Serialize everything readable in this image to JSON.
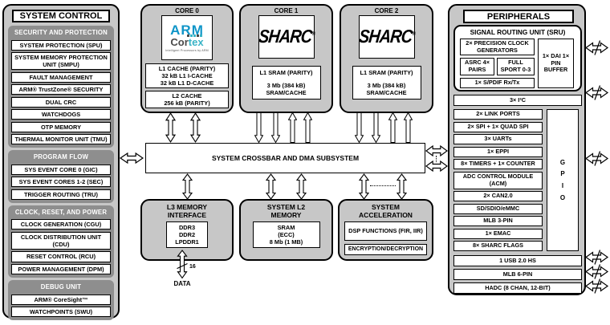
{
  "system_control": {
    "title": "SYSTEM CONTROL",
    "sections": [
      {
        "header": "SECURITY AND PROTECTION",
        "items": [
          "SYSTEM PROTECTION (SPU)",
          "SYSTEM MEMORY PROTECTION UNIT (SMPU)",
          "FAULT MANAGEMENT",
          "ARM® TrustZone® SECURITY",
          "DUAL CRC",
          "WATCHDOGS",
          "OTP MEMORY",
          "THERMAL MONITOR UNIT (TMU)"
        ]
      },
      {
        "header": "PROGRAM FLOW",
        "items": [
          "SYS EVENT CORE 0 (GIC)",
          "SYS EVENT CORES 1-2 (SEC)",
          "TRIGGER ROUTING (TRU)"
        ]
      },
      {
        "header": "CLOCK, RESET, AND POWER",
        "items": [
          "CLOCK GENERATION (CGU)",
          "CLOCK DISTRIBUTION UNIT (CDU)",
          "RESET CONTROL (RCU)",
          "POWER MANAGEMENT (DPM)"
        ]
      },
      {
        "header": "DEBUG UNIT",
        "items": [
          "ARM® CoreSight™",
          "WATCHPOINTS (SWU)"
        ]
      }
    ]
  },
  "cores": {
    "core0": {
      "title": "CORE 0",
      "logo": {
        "arm": "ARM",
        "cor": "Cor",
        "tex": "tex",
        "tagline": "Intelligent Processors by ARM"
      },
      "l1": [
        "L1 CACHE (PARITY)",
        "32 kB L1 I-CACHE",
        "32 kB L1 D-CACHE"
      ],
      "l2": [
        "L2 CACHE",
        "256 kB (PARITY)"
      ]
    },
    "core1": {
      "title": "CORE 1",
      "logo": "SHARC",
      "reg": "®",
      "l1_title": "L1 SRAM (PARITY)",
      "l1_size": "3 Mb (384 kB)",
      "l1_type": "SRAM/CACHE"
    },
    "core2": {
      "title": "CORE 2",
      "logo": "SHARC",
      "reg": "®",
      "l1_title": "L1 SRAM (PARITY)",
      "l1_size": "3 Mb (384 kB)",
      "l1_type": "SRAM/CACHE"
    }
  },
  "crossbar": {
    "label": "SYSTEM CROSSBAR AND DMA SUBSYSTEM"
  },
  "memory": {
    "l3": {
      "title": "L3 MEMORY INTERFACE",
      "items": [
        "DDR3",
        "DDR2",
        "LPDDR1"
      ],
      "bus_width": "16",
      "bus_label": "DATA"
    },
    "l2": {
      "title": "SYSTEM L2 MEMORY",
      "items": [
        "SRAM",
        "(ECC)",
        "8 Mb (1 MB)"
      ]
    },
    "accel": {
      "title": "SYSTEM ACCELERATION",
      "dsp": "DSP FUNCTIONS (FIR, IIR)",
      "enc": "ENCRYPTION/DECRYPTION"
    }
  },
  "peripherals": {
    "title": "PERIPHERALS",
    "sru": {
      "title": "SIGNAL ROUTING UNIT (SRU)",
      "clock_gen": "2× PRECISION CLOCK GENERATORS",
      "asrc": "ASRC 4× PAIRS",
      "sport": "FULL SPORT 0-3",
      "spdif": "1× S/PDIF Rx/Tx",
      "dai": "1× DAI 1× PIN BUFFER"
    },
    "i2c": "3× I²C",
    "items": [
      "2× LINK PORTS",
      "2× SPI + 1× QUAD SPI",
      "3× UARTs",
      "1× EPPI",
      "8× TIMERS + 1× COUNTER",
      "ADC CONTROL MODULE (ACM)",
      "2× CAN2.0",
      "SD/SDIO/eMMC",
      "MLB 3-PIN",
      "1× EMAC",
      "8× SHARC FLAGS"
    ],
    "gpio": [
      "G",
      "P",
      "I",
      "O"
    ],
    "wide_items": [
      "1 USB 2.0 HS",
      "MLB 6-PIN",
      "HADC (8 CHAN, 12-BIT)"
    ]
  }
}
